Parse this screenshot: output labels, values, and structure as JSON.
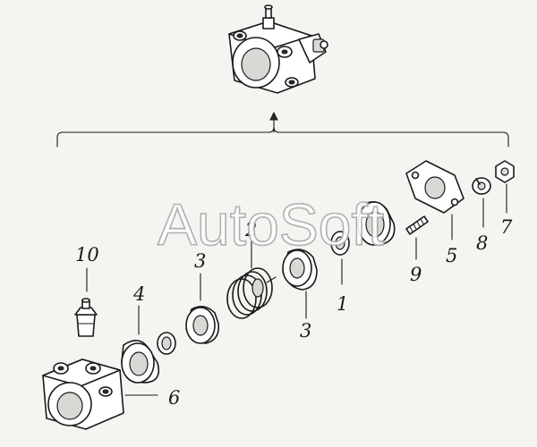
{
  "watermark": {
    "text": "AutoSoft"
  },
  "callouts": {
    "c1": "1",
    "c2": "2",
    "c3a": "3",
    "c3b": "3",
    "c4": "4",
    "c5": "5",
    "c6": "6",
    "c7": "7",
    "c8": "8",
    "c9": "9",
    "c10": "10"
  }
}
